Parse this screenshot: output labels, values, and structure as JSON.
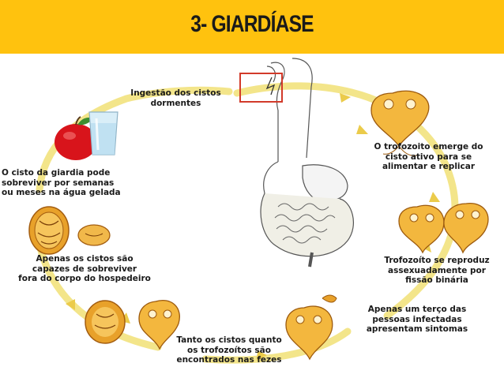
{
  "title": "3- GIARDÍASE",
  "colors": {
    "banner": "#FFC20E",
    "cycle_arrow": "#F3E58A",
    "cyst": "#E8A12A",
    "apple": "#D8141B"
  },
  "labels": {
    "ingestion": "Ingestão dos cistos\ndormentes",
    "trophozoite_emerges": "O trofozoito emerge do\ncisto ativo para se\nalimentar e replicar",
    "cyst_survives": "O cisto da giardia pode\nsobreviver por semanas\nou meses na água gelada",
    "reproduces": "Trofozoíto se reproduz\nassexuadamente por\nfissão binária",
    "only_cysts": "Apenas os cistos são\ncapazes de sobreviver\nfora do corpo do hospedeiro",
    "one_third": "Apenas um terço das\npessoas infectadas\napresentam sintomas",
    "found_in_feces": "Tanto os cistos quanto\nos trofozoítos são\nencontrados nas fezes"
  },
  "icons": [
    "apple-icon",
    "water-glass-icon",
    "digestive-system-icon",
    "giardia-cyst-icon",
    "trophozoite-icon"
  ]
}
